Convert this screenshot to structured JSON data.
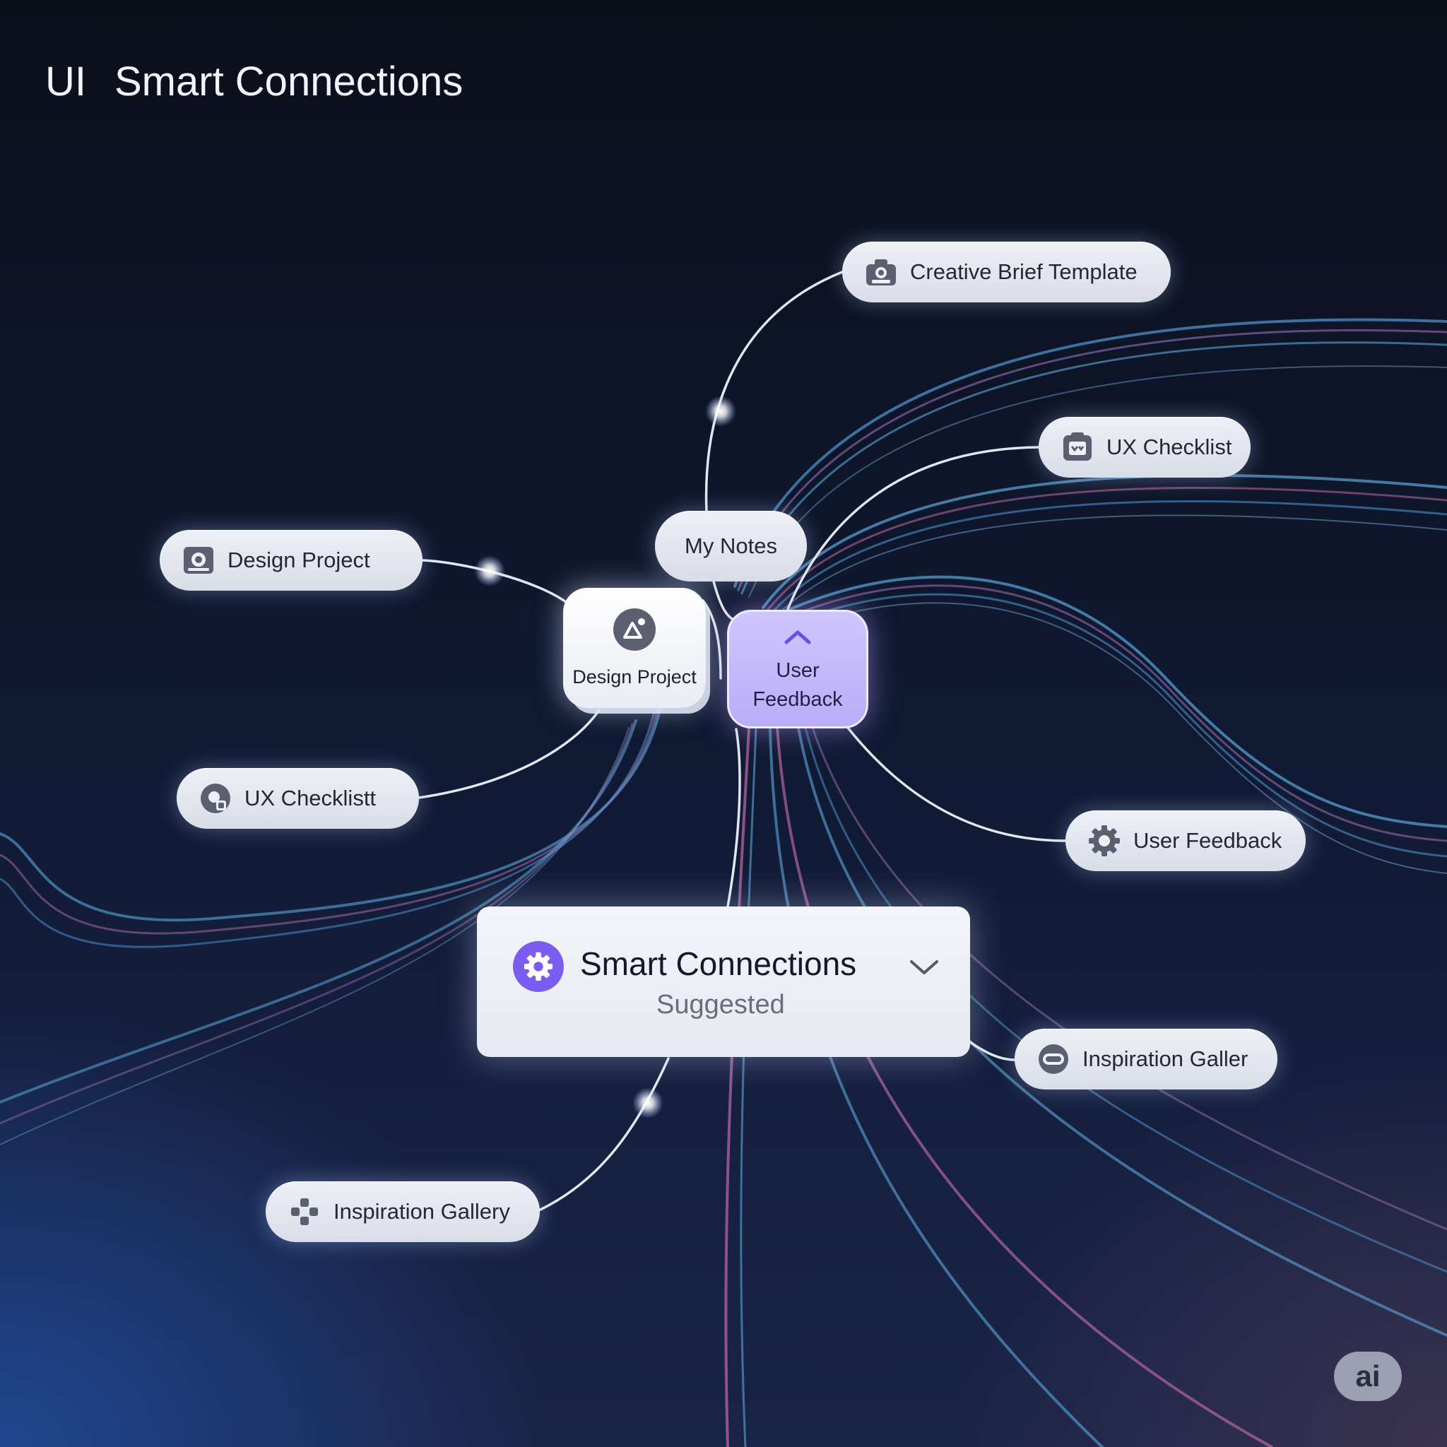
{
  "header": {
    "brand": "UI",
    "title": "Smart Connections"
  },
  "nodes": {
    "creative_brief": "Creative Brief Template",
    "ux_checklist_right": "UX Checklist",
    "design_project_left": "Design Project",
    "my_notes": "My Notes",
    "ux_checklist_left": "UX Checklistt",
    "user_feedback_right": "User Feedback",
    "inspiration_galler": "Inspiration Galler",
    "inspiration_gallery": "Inspiration Gallery"
  },
  "cards": {
    "design_project": "Design Project",
    "user_feedback_line1": "User",
    "user_feedback_line2": "Feedback"
  },
  "panel": {
    "title": "Smart Connections",
    "subtitle": "Suggested"
  },
  "badge": "ai",
  "colors": {
    "accent": "#7b5cf0",
    "card_highlight": "#c5bbff",
    "flow_blue": "#5aa7d8",
    "flow_pink": "#c06aa8"
  },
  "icons": {
    "creative_brief": "camera-badge-icon",
    "ux_checklist_right": "checklist-box-icon",
    "design_project_left": "gear-frame-icon",
    "ux_checklist_left": "search-puzzle-icon",
    "user_feedback_right": "gear-icon",
    "inspiration_galler": "link-icon",
    "inspiration_gallery": "nodes-icon",
    "design_card": "image-icon",
    "feedback_card": "chevron-up-icon",
    "panel": "gear-icon",
    "panel_toggle": "chevron-down-icon"
  }
}
